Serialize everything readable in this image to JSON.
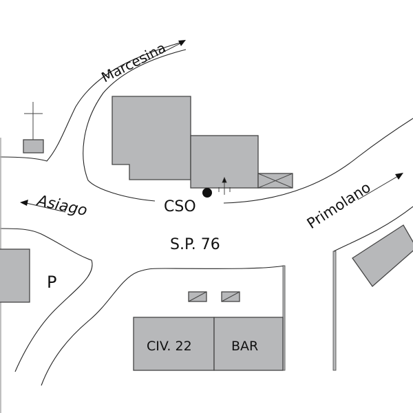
{
  "map": {
    "labels": {
      "marcesina": "Marcesina",
      "asiago": "Asiago",
      "primolano": "Primolano",
      "cso": "CSO",
      "road": "S.P. 76",
      "parking": "P",
      "civic": "CIV. 22",
      "bar": "BAR"
    },
    "colors": {
      "building": "#b7b8ba",
      "line": "#222222",
      "background": "#ffffff"
    }
  }
}
